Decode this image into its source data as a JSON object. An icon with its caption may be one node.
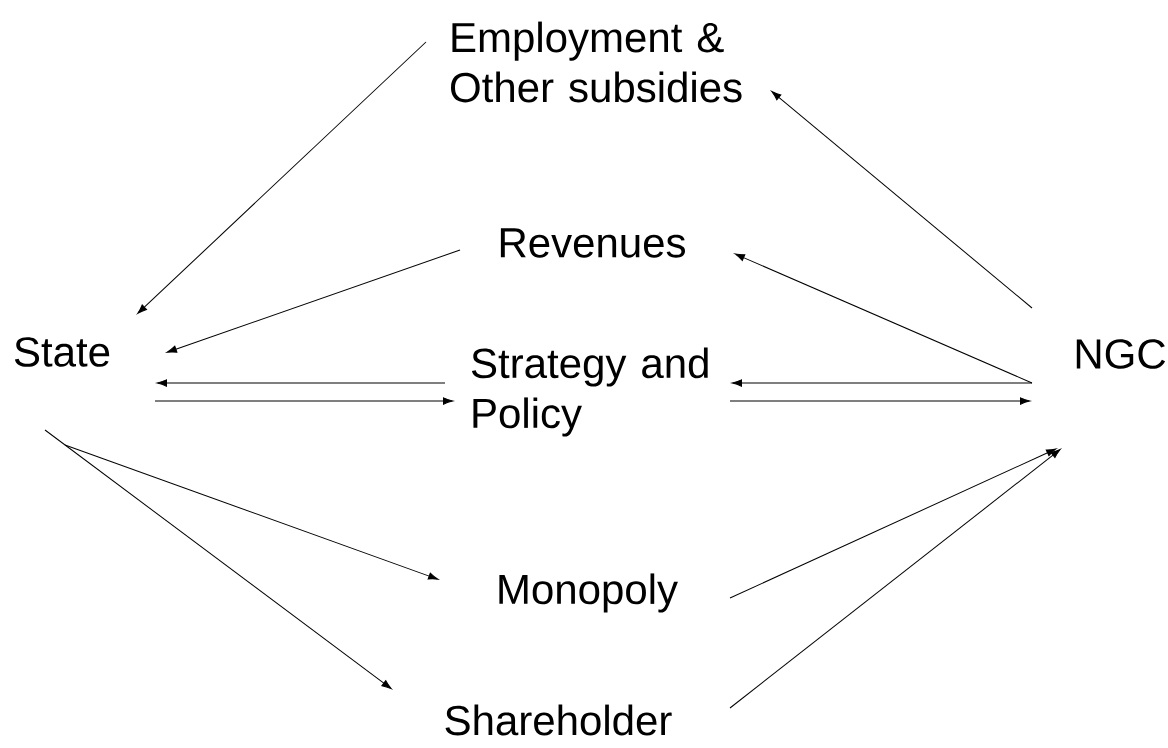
{
  "diagram": {
    "nodes": [
      {
        "text": [
          "Employment & Other subsidies"
        ]
      },
      {
        "text": [
          "Revenues"
        ]
      },
      {
        "text": [
          "State"
        ]
      },
      {
        "text": [
          "Strategy and Policy"
        ]
      },
      {
        "text": [
          "NGC"
        ]
      },
      {
        "text": [
          "Monopoly"
        ]
      },
      {
        "text": [
          "Shareholder"
        ]
      }
    ],
    "edges": [
      {
        "from": 0,
        "to": 2,
        "arrow": "to"
      },
      {
        "from": 4,
        "to": 0,
        "arrow": "to"
      },
      {
        "from": 1,
        "to": 2,
        "arrow": "to"
      },
      {
        "from": 4,
        "to": 1,
        "arrow": "to"
      },
      {
        "from": 3,
        "to": 2,
        "arrow": "to"
      },
      {
        "from": 2,
        "to": 3,
        "arrow": "to"
      },
      {
        "from": 4,
        "to": 3,
        "arrow": "to"
      },
      {
        "from": 3,
        "to": 4,
        "arrow": "to"
      },
      {
        "from": 2,
        "to": 5,
        "arrow": "to"
      },
      {
        "from": 2,
        "to": 6,
        "arrow": "to"
      },
      {
        "from": 5,
        "to": 4,
        "arrow": "to"
      },
      {
        "from": 6,
        "to": 4,
        "arrow": "to"
      }
    ]
  }
}
